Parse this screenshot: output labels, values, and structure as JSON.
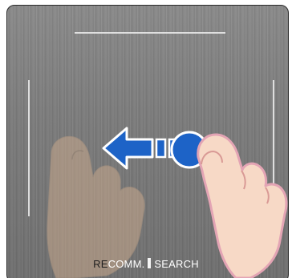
{
  "touchpad": {
    "labels": {
      "left_prefix": "RE",
      "left_rest": "COMM.",
      "right": "SEARCH"
    }
  },
  "gesture": {
    "direction": "left",
    "hand_icon": "hand-swipe-icon",
    "arrow_icon": "arrow-left-icon",
    "touch_point_icon": "touch-point-icon"
  },
  "colors": {
    "accent_blue": "#1d63c7",
    "pad_base": "#7c7c7c"
  }
}
